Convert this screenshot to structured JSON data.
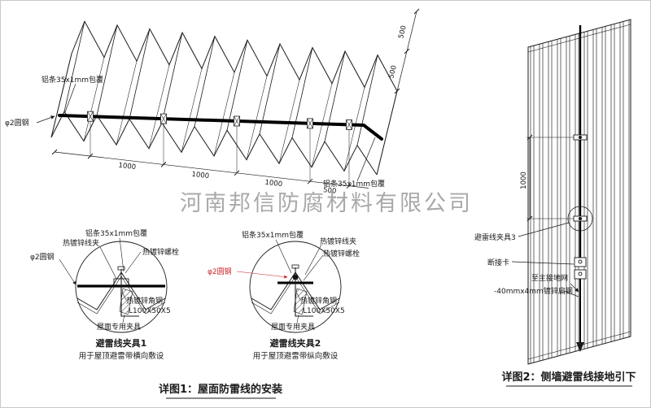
{
  "watermark": {
    "text": "河南邦信防腐材料有限公司",
    "color": "#9b9b9b"
  },
  "colors": {
    "line": "#1a1a1a",
    "red": "#cc2222"
  },
  "detail1": {
    "caption": "详图1：屋面防雷线的安装",
    "roof": {
      "aluminum_label_left": "铝条35x1mm包覆",
      "aluminum_label_right": "铝条35x1mm包覆",
      "round_steel_label": "φ2圆钢",
      "dims_bottom": [
        "1000",
        "1000",
        "1000",
        "500"
      ],
      "dims_right": [
        "500",
        "500"
      ]
    },
    "clamp1": {
      "labels": {
        "aluminum": "铝条35x1mm包覆",
        "wire_clip": "热镀锌线夹",
        "bolt": "热镀锌螺栓",
        "round_steel": "φ2圆钢",
        "angle_steel": "热镀锌角钢",
        "angle_spec": "L100X50X5",
        "roof_clamp": "屋面专用夹具"
      },
      "title": "避雷线夹具1",
      "subtitle": "用于屋顶避雷带横向敷设"
    },
    "clamp2": {
      "labels": {
        "aluminum": "铝条35x1mm包覆",
        "wire_clip": "热镀锌线夹",
        "bolt": "热镀锌螺栓",
        "round_steel": "φ2圆钢",
        "angle_steel": "热镀锌角钢",
        "angle_spec": "L100X50X5",
        "roof_clamp": "屋面专用夹具"
      },
      "title": "避雷线夹具2",
      "subtitle": "用于屋顶避雷带纵向敷设"
    }
  },
  "detail2": {
    "caption": "详图2：侧墙避雷线接地引下",
    "labels": {
      "clamp3": "避雷线夹具3",
      "disconnect": "断接卡",
      "to_ground_grid": "至主接地网",
      "flat_steel": "-40mmx4mm镀锌扁钢"
    },
    "dim_vertical": "1000"
  }
}
